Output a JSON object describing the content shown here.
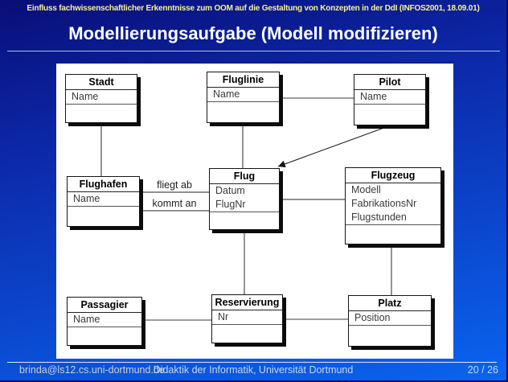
{
  "header": {
    "conference_line": "Einfluss fachwissenschaftlicher Erkenntnisse zum OOM auf die Gestaltung von Konzepten in der DdI (INFOS2001, 18.09.01)"
  },
  "title": "Modellierungsaufgabe (Modell modifizieren)",
  "diagram": {
    "classes": [
      {
        "name": "Stadt",
        "attributes": [
          "Name"
        ]
      },
      {
        "name": "Fluglinie",
        "attributes": [
          "Name"
        ]
      },
      {
        "name": "Pilot",
        "attributes": [
          "Name"
        ]
      },
      {
        "name": "Flughafen",
        "attributes": [
          "Name"
        ]
      },
      {
        "name": "Flug",
        "attributes": [
          "Datum",
          "FlugNr"
        ]
      },
      {
        "name": "Flugzeug",
        "attributes": [
          "Modell",
          "FabrikationsNr",
          "Flugstunden"
        ]
      },
      {
        "name": "Passagier",
        "attributes": [
          "Name"
        ]
      },
      {
        "name": "Reservierung",
        "attributes": [
          "Nr"
        ]
      },
      {
        "name": "Platz",
        "attributes": [
          "Position"
        ]
      }
    ],
    "association_labels": [
      "fliegt ab",
      "kommt an"
    ],
    "associations": [
      {
        "from": "Stadt",
        "to": "Flughafen",
        "label": ""
      },
      {
        "from": "Fluglinie",
        "to": "Pilot",
        "label": ""
      },
      {
        "from": "Fluglinie",
        "to": "Flug",
        "label": ""
      },
      {
        "from": "Pilot",
        "to": "Flug",
        "label": ""
      },
      {
        "from": "Flughafen",
        "to": "Flug",
        "label": "fliegt ab"
      },
      {
        "from": "Flughafen",
        "to": "Flug",
        "label": "kommt an"
      },
      {
        "from": "Flug",
        "to": "Flugzeug",
        "label": ""
      },
      {
        "from": "Flug",
        "to": "Reservierung",
        "label": ""
      },
      {
        "from": "Flugzeug",
        "to": "Platz",
        "label": ""
      },
      {
        "from": "Passagier",
        "to": "Reservierung",
        "label": ""
      },
      {
        "from": "Reservierung",
        "to": "Platz",
        "label": ""
      }
    ]
  },
  "footer": {
    "email": "brinda@ls12.cs.uni-dortmund.de",
    "affiliation": "Didaktik der Informatik, Universität Dortmund",
    "page_indicator": "20 / 26"
  },
  "colors": {
    "background_top": "#090e78",
    "background_bottom": "#0a64f0",
    "header_text": "#f6f393",
    "title_text": "#ffffff",
    "panel_background": "#ffffff",
    "box_border": "#151515",
    "box_shadow": "#0b0b0b",
    "connector_dark": "#4d4d4d",
    "connector_gray": "#7d7d7d",
    "footer_text": "#ccd6e8"
  }
}
